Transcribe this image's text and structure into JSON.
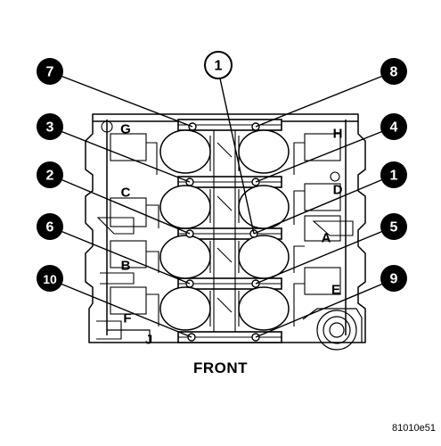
{
  "diagram": {
    "front_label": "FRONT",
    "ref_code": "81010e51",
    "callouts": [
      "7",
      "8",
      "3",
      "4",
      "2",
      "1",
      "6",
      "5",
      "10",
      "9",
      "1"
    ],
    "letters": [
      "G",
      "H",
      "C",
      "D",
      "A",
      "B",
      "E",
      "F",
      "J"
    ]
  },
  "colors": {
    "ink": "#000000",
    "paper": "#ffffff"
  }
}
